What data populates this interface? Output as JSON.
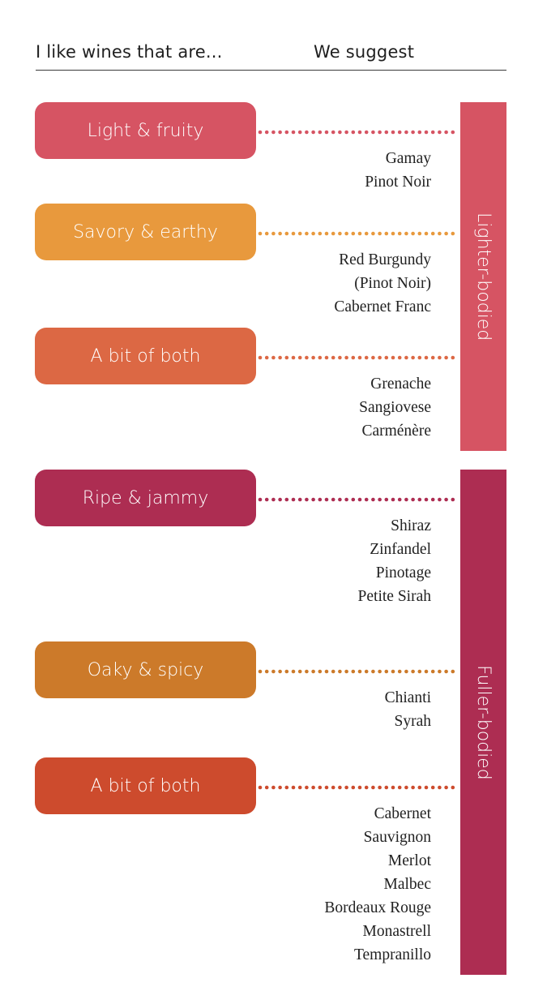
{
  "header": {
    "left": "I like wines that are...",
    "right": "We suggest"
  },
  "colors": {
    "light_fruity": "#d65463",
    "savory_earthy": "#e8993d",
    "bit_both_1": "#dc6844",
    "ripe_jammy": "#ad2d52",
    "oaky_spicy": "#cc7a2a",
    "bit_both_2": "#cd4b2d",
    "lighter_bar": "#d65463",
    "fuller_bar": "#ad2d52"
  },
  "groups": [
    {
      "label": "Lighter-bodied",
      "rows": [
        {
          "style": "Light & fruity",
          "wines": [
            "Gamay",
            "Pinot Noir"
          ]
        },
        {
          "style": "Savory & earthy",
          "wines": [
            "Red Burgundy",
            "(Pinot Noir)",
            "Cabernet Franc"
          ]
        },
        {
          "style": "A bit of both",
          "wines": [
            "Grenache",
            "Sangiovese",
            "Carménère"
          ]
        }
      ]
    },
    {
      "label": "Fuller-bodied",
      "rows": [
        {
          "style": "Ripe & jammy",
          "wines": [
            "Shiraz",
            "Zinfandel",
            "Pinotage",
            "Petite Sirah"
          ]
        },
        {
          "style": "Oaky & spicy",
          "wines": [
            "Chianti",
            "Syrah"
          ]
        },
        {
          "style": "A bit of both",
          "wines": [
            "Cabernet",
            "Sauvignon",
            "Merlot",
            "Malbec",
            "Bordeaux Rouge",
            "Monastrell",
            "Tempranillo"
          ]
        }
      ]
    }
  ]
}
